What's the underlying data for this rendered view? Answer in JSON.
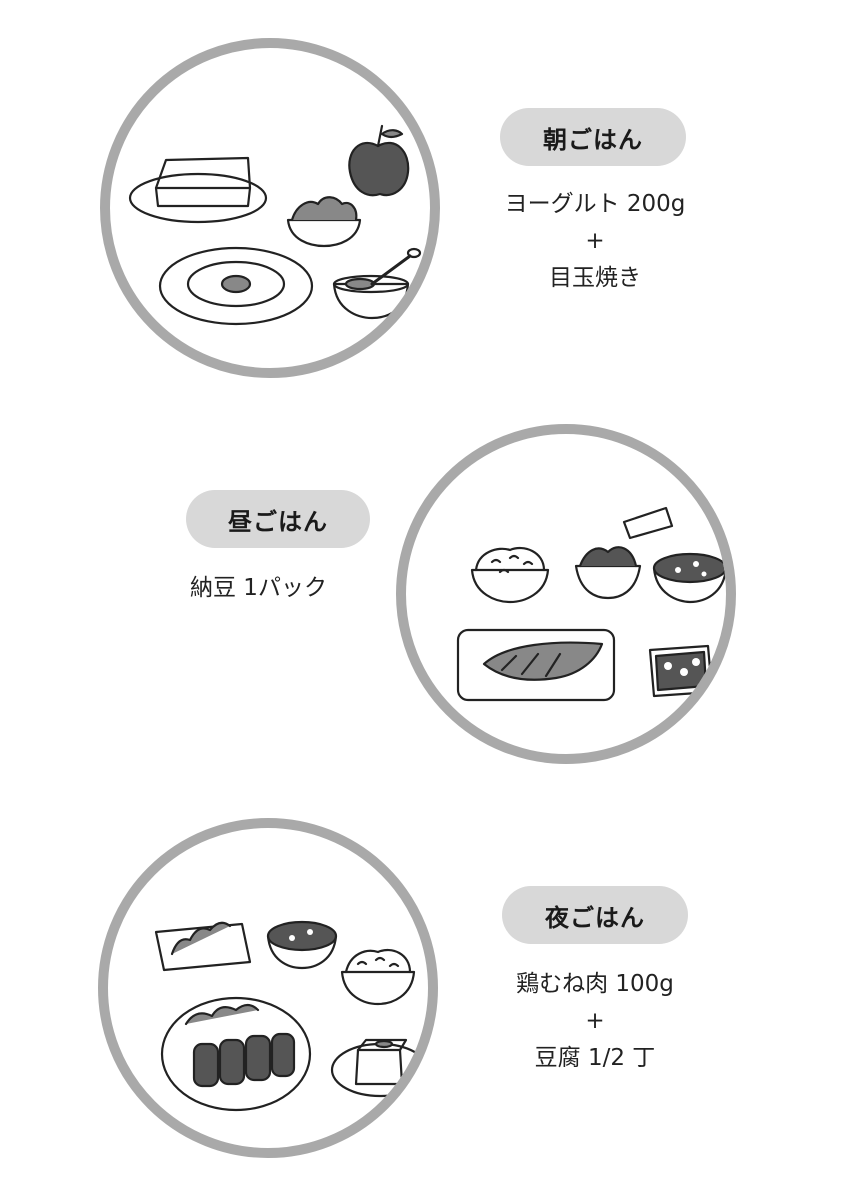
{
  "meals": {
    "breakfast": {
      "label": "朝ごはん",
      "lines": [
        "ヨーグルト 200g",
        "+",
        "目玉焼き"
      ]
    },
    "lunch": {
      "label": "昼ごはん",
      "lines": [
        "納豆 1パック"
      ]
    },
    "dinner": {
      "label": "夜ごはん",
      "lines": [
        "鶏むね肉 100g",
        "+",
        "豆腐 1/2 丁"
      ]
    }
  },
  "colors": {
    "ring": "#a9a9a9",
    "pill": "#d8d8d8",
    "ink": "#222222",
    "food_fill": "#555555"
  },
  "icons": [
    "breakfast-illustration",
    "lunch-illustration",
    "dinner-illustration"
  ]
}
